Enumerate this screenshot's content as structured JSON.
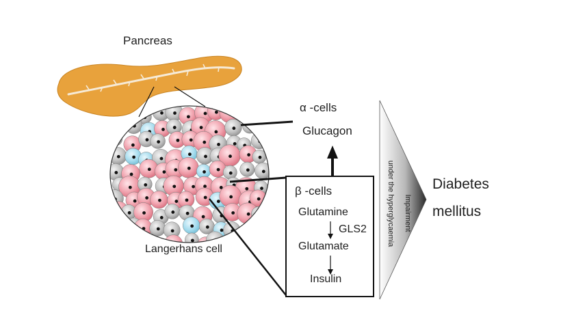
{
  "labels": {
    "pancreas": "Pancreas",
    "alpha_cells": "α -cells",
    "glucagon": "Glucagon",
    "beta_cells": "β -cells",
    "glutamine": "Glutamine",
    "gls2": "GLS2",
    "glutamate": "Glutamate",
    "insulin": "Insulin",
    "langerhans": "Langerhans cell",
    "impairment": "Impairment",
    "hyperglycaemia": "under the hyperglycaemia",
    "diabetes_line1": "Diabetes",
    "diabetes_line2": "mellitus"
  },
  "colors": {
    "pancreas": "#e8a23c",
    "pancreas_duct": "#f6ead6",
    "beta_cell": "#ef9aa6",
    "alpha_cell": "#bdbdbd",
    "delta_cell": "#9fd6e8",
    "nucleus": "#111111",
    "line": "#111111"
  }
}
